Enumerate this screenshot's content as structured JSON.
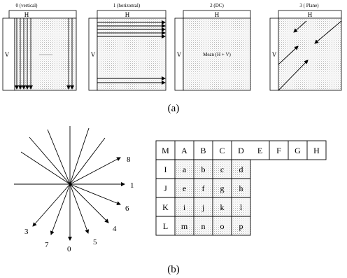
{
  "panel_a": {
    "caption": "(a)",
    "modes": [
      {
        "title": "0 (vertical)",
        "h_label": "H",
        "v_label": "V",
        "center_text": ""
      },
      {
        "title": "1 (horizontal)",
        "h_label": "H",
        "v_label": "V",
        "center_text": ""
      },
      {
        "title": "2 (DC)",
        "h_label": "H",
        "v_label": "V",
        "center_text": "Mean (H + V)"
      },
      {
        "title": "3 ( Plane)",
        "h_label": "H",
        "v_label": "V",
        "center_text": ""
      }
    ]
  },
  "panel_b": {
    "caption": "(b)",
    "direction_labels": [
      "8",
      "1",
      "6",
      "4",
      "5",
      "0",
      "7",
      "3"
    ],
    "grid": {
      "top_row": [
        "M",
        "A",
        "B",
        "C",
        "D",
        "E",
        "F",
        "G",
        "H"
      ],
      "left_col": [
        "I",
        "J",
        "K",
        "L"
      ],
      "inner": [
        [
          "a",
          "b",
          "c",
          "d"
        ],
        [
          "e",
          "f",
          "g",
          "h"
        ],
        [
          "i",
          "j",
          "k",
          "l"
        ],
        [
          "m",
          "n",
          "o",
          "p"
        ]
      ]
    }
  }
}
